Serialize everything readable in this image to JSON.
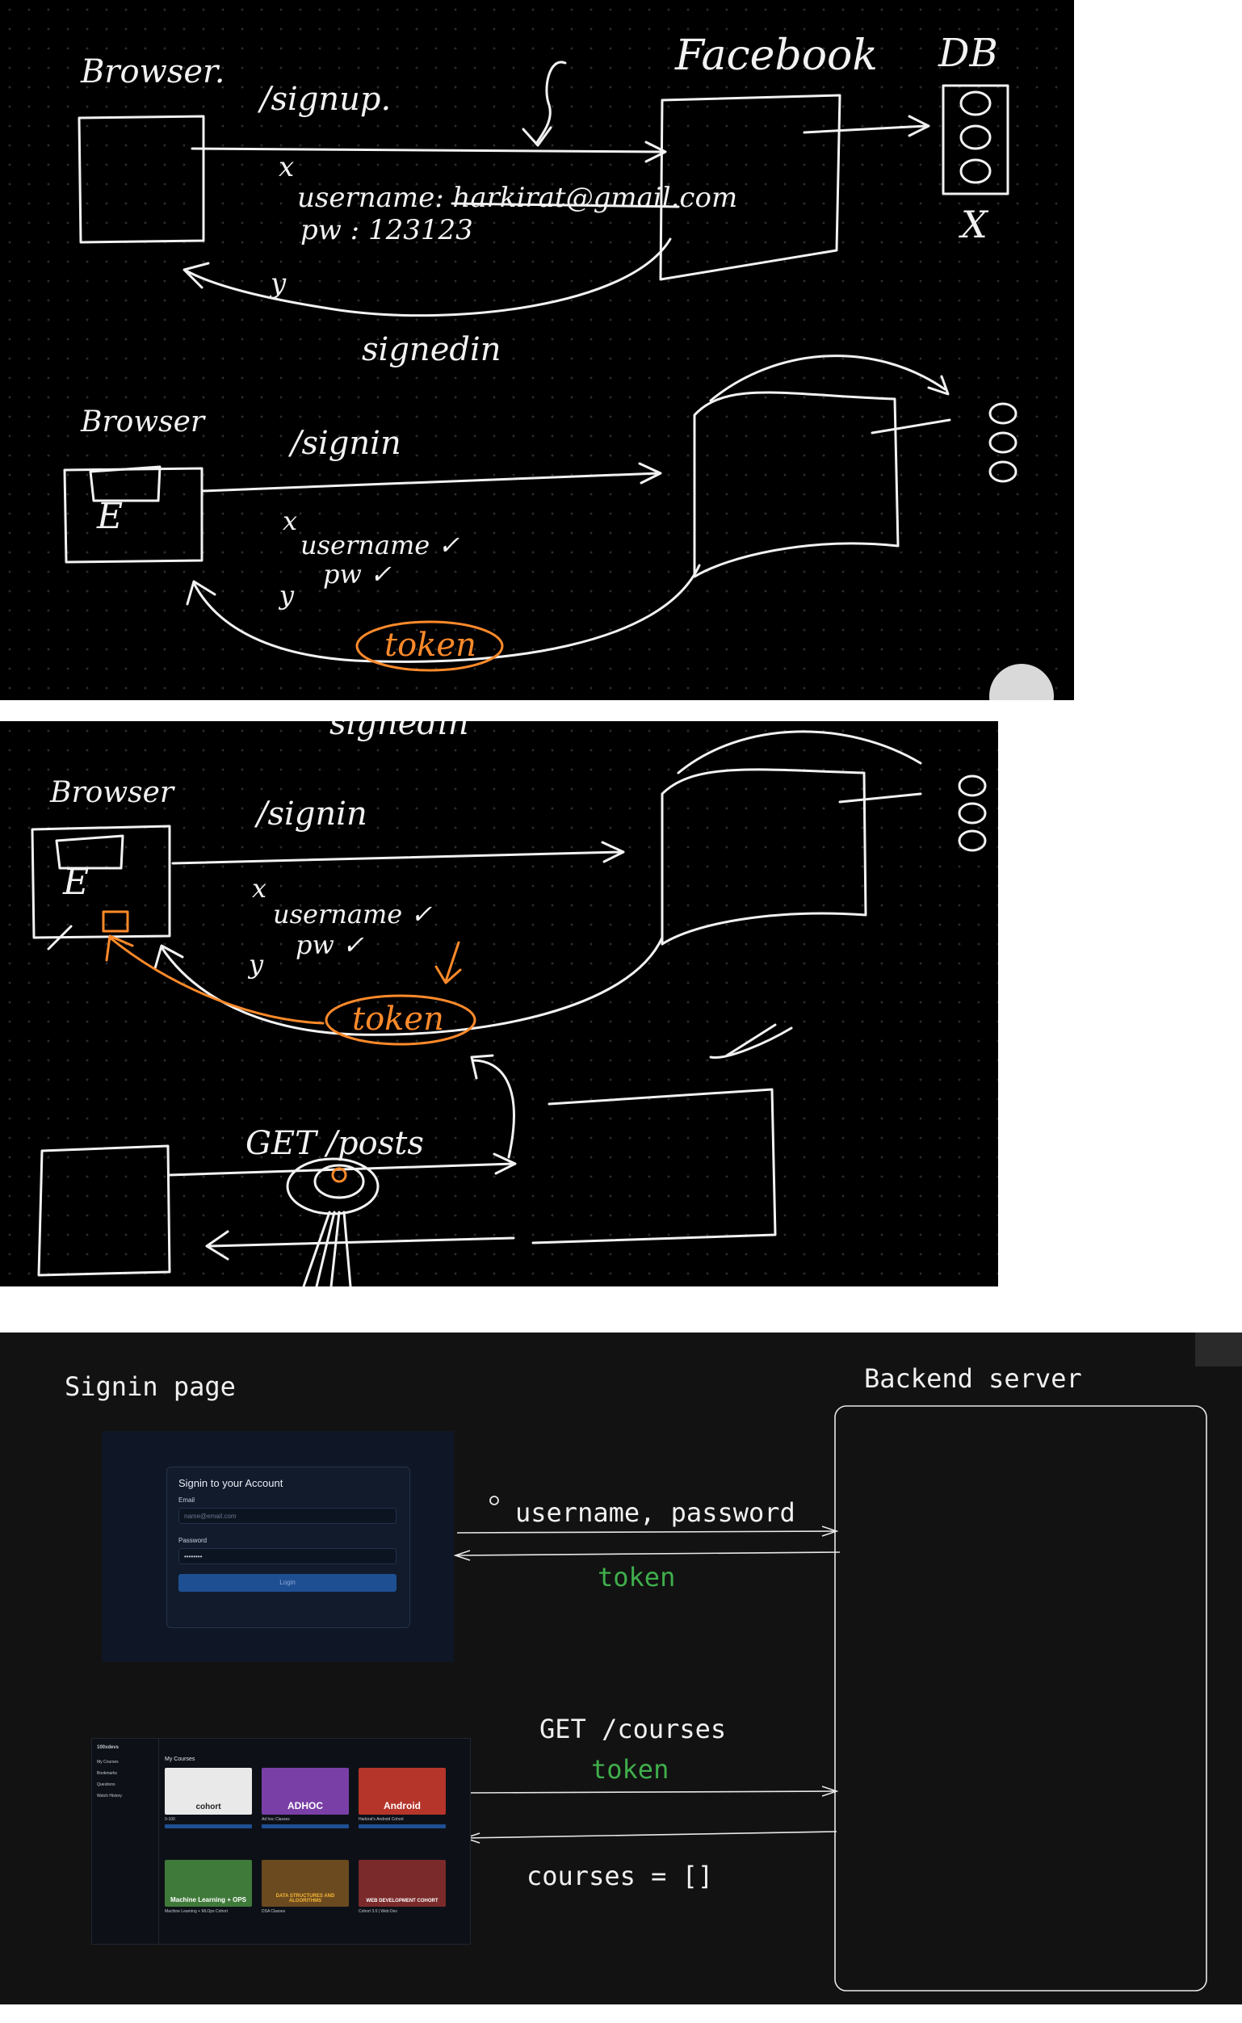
{
  "panel1": {
    "top_flow": {
      "browser_label": "Browser.",
      "route_label": "/signup.",
      "server_label": "Facebook",
      "db_label": "DB",
      "request_marker": "x",
      "username_line": "username: harkirat@gmail.com",
      "password_line": "pw : 123123",
      "response_marker": "y",
      "db_cross": "X",
      "response_label": "signedin"
    },
    "bottom_flow": {
      "browser_label": "Browser",
      "browser_icon_letter": "E",
      "route_label": "/signin",
      "request_marker": "x",
      "username_line": "username ✓",
      "password_line": "pw ✓",
      "response_marker": "y",
      "token_label": "token"
    }
  },
  "panel2": {
    "cut_label": "signedin",
    "browser_label": "Browser",
    "browser_icon_letter": "E",
    "route_label": "/signin",
    "request_marker": "x",
    "username_line": "username ✓",
    "password_line": "pw ✓",
    "response_marker": "y",
    "token_label": "token",
    "get_label": "GET /posts"
  },
  "panel3": {
    "signin_page_label": "Signin page",
    "backend_label": "Backend server",
    "request1_label": "username, password",
    "response1_label": "token",
    "request2_label": "GET /courses",
    "request2_token": "token",
    "response2_label": "courses = []",
    "accent_green": "#3fae4c",
    "signin_screenshot": {
      "title": "Signin to your Account",
      "email_label": "Email",
      "email_placeholder": "name@email.com",
      "password_label": "Password",
      "password_value": "••••••••",
      "login_button": "Login"
    },
    "courses_screenshot": {
      "brand": "100xdevs",
      "heading": "My Courses",
      "sidebar": [
        "My Courses",
        "Bookmarks",
        "Questions",
        "Watch History"
      ],
      "courses": [
        {
          "thumb": "cohort",
          "name": "0-100",
          "color": "#e9e9e9"
        },
        {
          "thumb": "ADHOC",
          "name": "Ad hoc Classes",
          "color": "#7a3fa6"
        },
        {
          "thumb": "Android",
          "name": "Harkirat's Android Cohort",
          "color": "#b5352a"
        },
        {
          "thumb": "Machine Learning + OPS",
          "name": "Machine Learning + MLOps Cohort",
          "color": "#3f7a3a"
        },
        {
          "thumb": "DATA STRUCTURES AND ALGORITHMS",
          "name": "DSA Classes",
          "color": "#6b4a1f"
        },
        {
          "thumb": "WEB DEVELOPMENT COHORT",
          "name": "Cohort 3.0 | Web Dev",
          "color": "#7a2a2a"
        }
      ]
    }
  }
}
